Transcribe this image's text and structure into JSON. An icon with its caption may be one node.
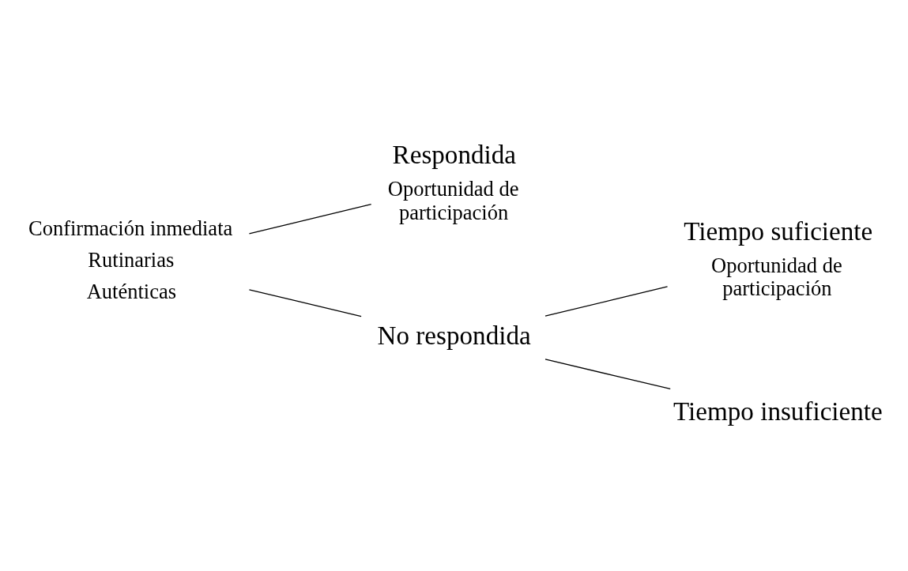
{
  "diagram": {
    "nodes": [
      {
        "text": [
          "Confirmación inmediata",
          "Rutinarias",
          "Auténticas"
        ]
      },
      {
        "text": [
          "Respondida",
          "Oportunidad de participación"
        ]
      },
      {
        "text": [
          "No respondida"
        ]
      },
      {
        "text": [
          "Tiempo suficiente",
          "Oportunidad de participación"
        ]
      },
      {
        "text": [
          "Tiempo insuficiente"
        ]
      }
    ],
    "edges": [
      {
        "from": 0,
        "to": 1,
        "arrow": "none"
      },
      {
        "from": 0,
        "to": 2,
        "arrow": "none"
      },
      {
        "from": 2,
        "to": 3,
        "arrow": "none"
      },
      {
        "from": 2,
        "to": 4,
        "arrow": "none"
      }
    ]
  }
}
